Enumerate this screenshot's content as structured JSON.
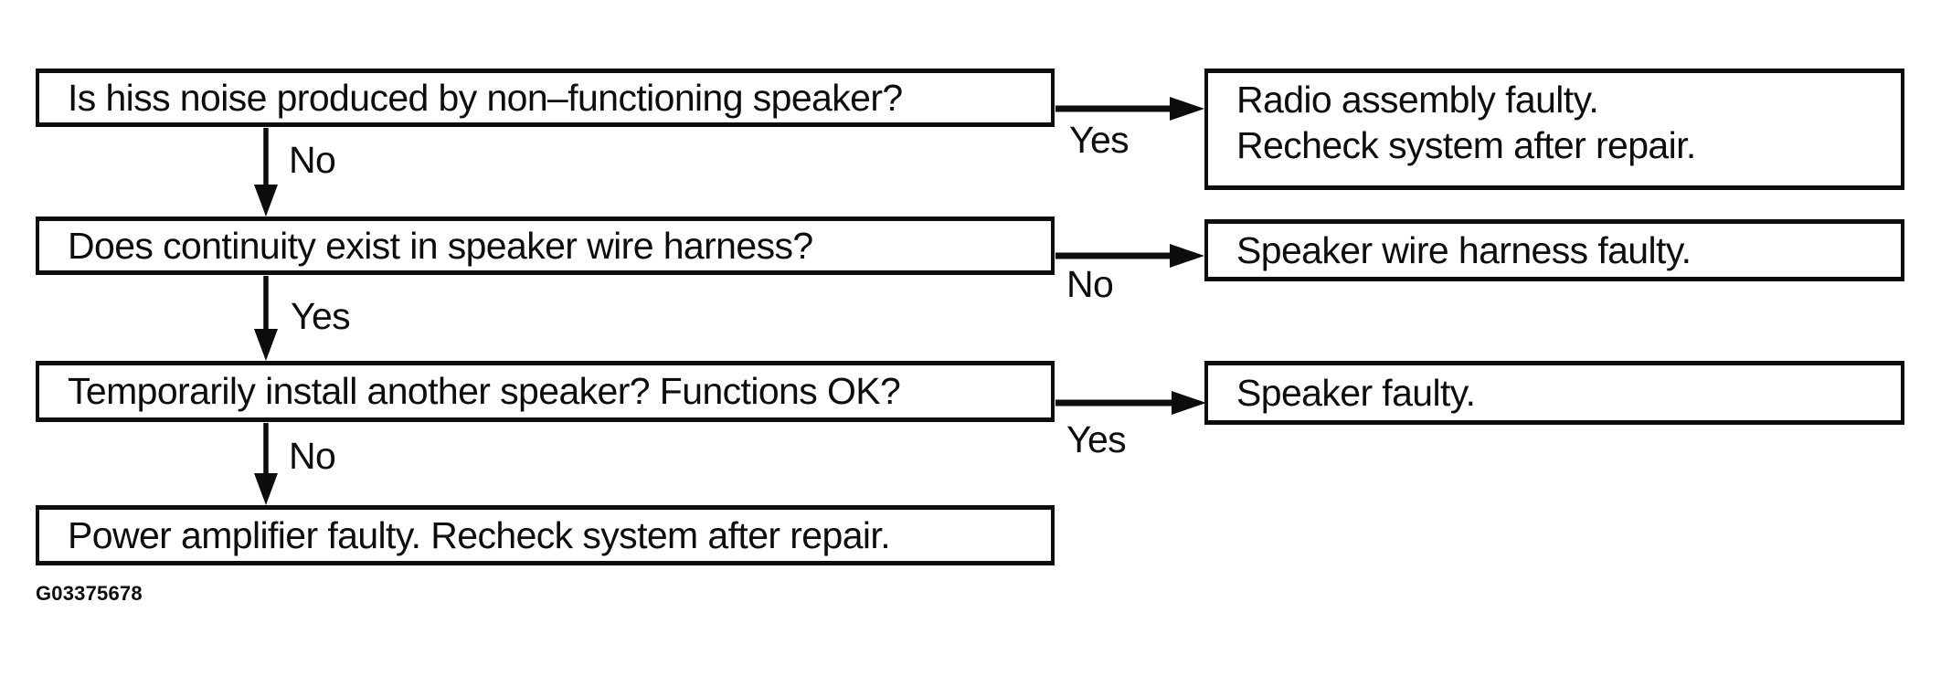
{
  "canvas": {
    "background": "#ffffff",
    "ink": "#0d0d0d"
  },
  "figure_code": "G03375678",
  "flowchart": {
    "nodes": [
      {
        "id": "q1",
        "type": "question",
        "text": "Is hiss noise produced by non–functioning speaker?"
      },
      {
        "id": "q2",
        "type": "question",
        "text": "Does continuity exist in speaker wire harness?"
      },
      {
        "id": "q3",
        "type": "question",
        "text": "Temporarily install another speaker? Functions OK?"
      },
      {
        "id": "q4",
        "type": "terminal",
        "text": "Power amplifier faulty. Recheck system after repair."
      },
      {
        "id": "r1",
        "type": "result",
        "line1": "Radio assembly faulty.",
        "line2": "Recheck system after repair."
      },
      {
        "id": "r2",
        "type": "result",
        "text": "Speaker wire harness faulty."
      },
      {
        "id": "r3",
        "type": "result",
        "text": "Speaker faulty."
      }
    ],
    "edges": [
      {
        "from": "q1",
        "to": "q2",
        "direction": "down",
        "label": "No"
      },
      {
        "from": "q1",
        "to": "r1",
        "direction": "right",
        "label": "Yes"
      },
      {
        "from": "q2",
        "to": "q3",
        "direction": "down",
        "label": "Yes"
      },
      {
        "from": "q2",
        "to": "r2",
        "direction": "right",
        "label": "No"
      },
      {
        "from": "q3",
        "to": "q4",
        "direction": "down",
        "label": "No"
      },
      {
        "from": "q3",
        "to": "r3",
        "direction": "right",
        "label": "Yes"
      }
    ]
  }
}
